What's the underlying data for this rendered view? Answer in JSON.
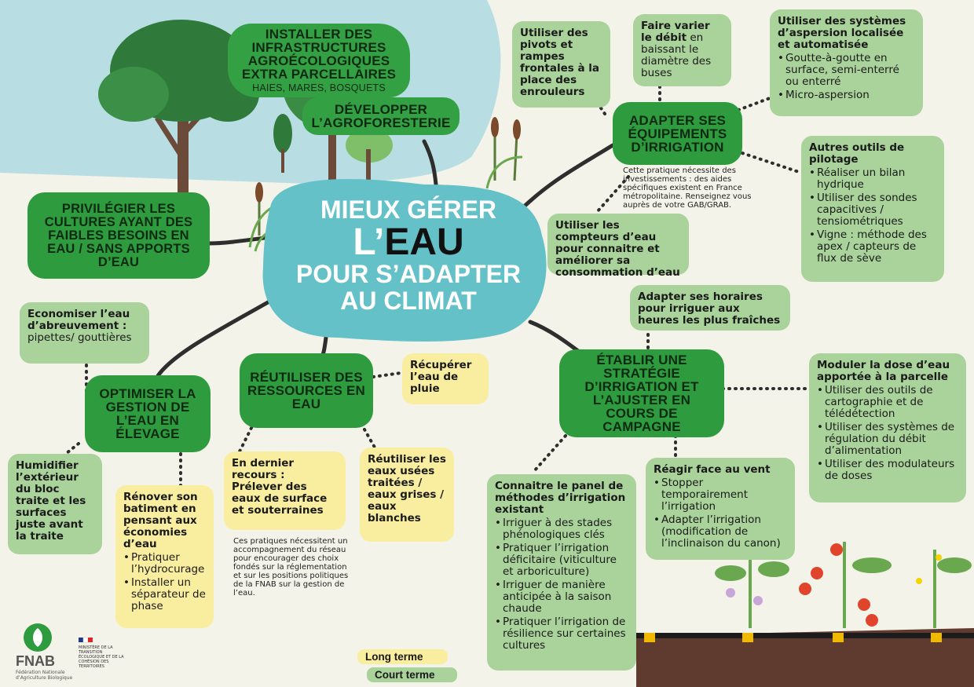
{
  "colors": {
    "dark_green": "#2e9b3f",
    "light_green": "#a9d39a",
    "yellow": "#f9ee9f",
    "center_blue": "#65c1c8",
    "background": "#f4f3e9",
    "sky": "#b8dde2"
  },
  "center": {
    "line1": "MIEUX GÉRER",
    "line2a": "L’",
    "line2b": "EAU",
    "line3": "POUR S’ADAPTER",
    "line4": "AU CLIMAT"
  },
  "infra": {
    "title1": "INSTALLER DES INFRASTRUCTURES AGROÉCOLOGIQUES EXTRA PARCELLAIRES",
    "sub": "HAIES, MARES, BOSQUETS",
    "title2": "DÉVELOPPER L’AGROFORESTERIE"
  },
  "cultures": {
    "title": "PRIVILÉGIER LES CULTURES AYANT DES FAIBLES BESOINS EN EAU / SANS APPORTS D’EAU"
  },
  "elevage": {
    "title": "OPTIMISER LA GESTION DE L’EAU EN ÉLEVAGE"
  },
  "abreuvement": {
    "bold": "Economiser l’eau d’abreuvement :",
    "text": "pipettes/ gouttières"
  },
  "humidifier": {
    "text": "Humidifier l’extérieur du bloc traite et les surfaces juste avant la traite"
  },
  "renover": {
    "bold": "Rénover son batiment en pensant aux économies d’eau",
    "items": [
      "Pratiquer l’hydrocurage",
      "Installer un séparateur de phase"
    ]
  },
  "reutiliser": {
    "title": "RÉUTILISER DES RESSOURCES EN EAU"
  },
  "pluie": {
    "text": "Récupérer l’eau de pluie"
  },
  "prelever": {
    "text": "En dernier recours : Prélever des eaux de surface et souterraines"
  },
  "usees": {
    "text": "Réutiliser les eaux usées traitées / eaux grises / eaux blanches"
  },
  "reutiliser_note": {
    "text": "Ces pratiques nécessitent un accompagnement du réseau pour encourager des choix fondés sur la réglementation et sur les positions politiques de la FNAB sur la gestion de l’eau."
  },
  "equipements": {
    "title": "ADAPTER SES ÉQUIPEMENTS D’IRRIGATION"
  },
  "pivots": {
    "text": "Utiliser des pivots et rampes frontales à la place des enrouleurs"
  },
  "debit": {
    "bold": "Faire varier le débit",
    "text": " en baissant le diamètre des buses"
  },
  "aspersion": {
    "bold": "Utiliser des systèmes d’aspersion localisée et automatisée",
    "items": [
      "Goutte-à-goutte en surface, semi-enterré ou enterré",
      "Micro-aspersion"
    ]
  },
  "pilotage": {
    "bold": "Autres outils de pilotage",
    "items": [
      "Réaliser un bilan hydrique",
      "Utiliser des sondes capacitives / tensiométriques",
      "Vigne : méthode des apex / capteurs de flux de sève"
    ]
  },
  "equip_note": {
    "text": "Cette pratique nécessite des investissements : des aides spécifiques existent en France métropolitaine. Renseignez vous auprès de votre GAB/GRAB."
  },
  "compteurs": {
    "text": "Utiliser les compteurs d’eau pour connaitre et améliorer sa consommation d’eau"
  },
  "strategie": {
    "title": "ÉTABLIR UNE STRATÉGIE D’IRRIGATION ET L’AJUSTER EN COURS DE CAMPAGNE"
  },
  "horaires": {
    "text": "Adapter ses horaires pour irriguer aux heures les plus fraîches"
  },
  "moduler": {
    "bold": "Moduler la dose d’eau apportée à la parcelle",
    "items": [
      "Utiliser des outils de cartographie et de télédétection",
      "Utiliser des systèmes de régulation du débit d’alimentation",
      "Utiliser des modulateurs de doses"
    ]
  },
  "vent": {
    "bold": "Réagir face au vent",
    "items": [
      "Stopper temporairement l’irrigation",
      "Adapter l’irrigation (modification de l’inclinaison du canon)"
    ]
  },
  "panel": {
    "bold": "Connaitre le panel de méthodes d’irrigation existant",
    "items": [
      "Irriguer à des stades phénologiques clés",
      "Pratiquer l’irrigation déficitaire (viticulture et arboriculture)",
      "Irriguer de manière anticipée à la saison chaude",
      "Pratiquer l’irrigation de résilience sur certaines cultures"
    ]
  },
  "legend": {
    "long": "Long terme",
    "court": "Court terme"
  },
  "logos": {
    "fnab": "FNAB",
    "fnab_sub": "Fédération Nationale d’Agriculture Biologique",
    "ministere": "MINISTÈRE DE LA TRANSITION ÉCOLOGIQUE ET DE LA COHÉSION DES TERRITOIRES"
  }
}
